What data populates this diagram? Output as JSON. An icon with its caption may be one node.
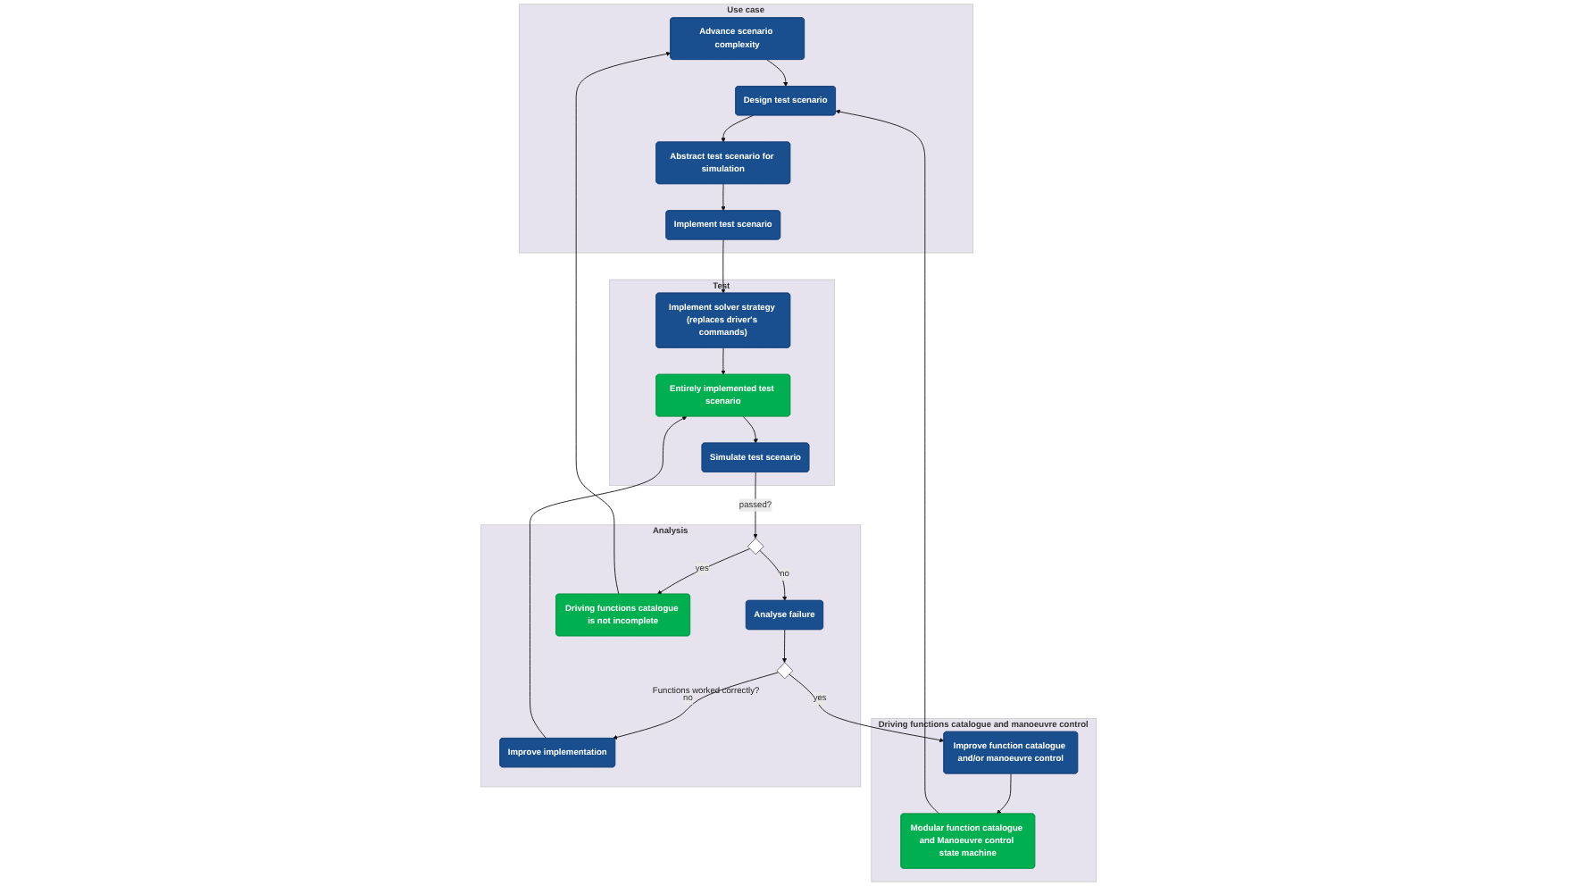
{
  "diagram": {
    "nodes": [
      {
        "text": [
          "Use case"
        ]
      },
      {
        "text": [
          "Advance scenario complexity"
        ],
        "in": 0
      },
      {
        "text": [
          "Design test scenario"
        ],
        "in": 0
      },
      {
        "text": [
          "Abstract test scenario for simulation"
        ],
        "in": 0
      },
      {
        "text": [
          "Implement test scenario"
        ],
        "in": 0
      },
      {
        "text": [
          "Driving functions catalogue and manoeuvre control"
        ]
      },
      {
        "text": [
          "Modular function catalogue and Manoeuvre control state machine"
        ],
        "in": 5
      },
      {
        "text": [
          "Improve function catalogue and/or manoeuvre control"
        ],
        "in": 5
      },
      {
        "text": [
          "Test"
        ]
      },
      {
        "text": [
          "Implement solver strategy (replaces driver's commands)"
        ],
        "in": 8
      },
      {
        "text": [
          "Entirely implemented test scenario"
        ],
        "in": 8
      },
      {
        "text": [
          "Simulate test scenario"
        ],
        "in": 8
      },
      {
        "text": [
          "Analysis"
        ]
      },
      {
        "text": [
          "Improve implementation"
        ],
        "in": 12
      },
      {
        "text": [],
        "shape": "diamond",
        "beside": [
          "Functions worked correctly?"
        ],
        "in": 12
      },
      {
        "text": [
          "Analyse failure"
        ],
        "in": 12
      },
      {
        "text": [],
        "shape": "diamond",
        "in": 12
      },
      {
        "text": [
          "Driving functions catalogue is not incomplete"
        ],
        "in": 12
      }
    ],
    "edges": [
      {
        "from": 1,
        "to": 2,
        "arrow": "to"
      },
      {
        "from": 2,
        "to": 3,
        "arrow": "to"
      },
      {
        "from": 3,
        "to": 4,
        "arrow": "to"
      },
      {
        "from": 4,
        "to": 9,
        "arrow": "to"
      },
      {
        "from": 9,
        "to": 10,
        "arrow": "to"
      },
      {
        "from": 10,
        "to": 11,
        "arrow": "to"
      },
      {
        "from": 11,
        "to": 16,
        "arrow": "to",
        "label": "passed?"
      },
      {
        "from": 16,
        "to": 15,
        "arrow": "to",
        "label": "no"
      },
      {
        "from": 16,
        "to": 17,
        "arrow": "to",
        "label": "yes"
      },
      {
        "from": 15,
        "to": 14,
        "arrow": "to"
      },
      {
        "from": 14,
        "to": 13,
        "arrow": "to",
        "label": "no"
      },
      {
        "from": 14,
        "to": 7,
        "arrow": "to",
        "label": "yes"
      },
      {
        "from": 7,
        "to": 6,
        "arrow": "to"
      },
      {
        "from": 6,
        "to": 2,
        "arrow": "to"
      },
      {
        "from": 13,
        "to": 10,
        "arrow": "to"
      },
      {
        "from": 17,
        "to": 1,
        "arrow": "to"
      }
    ]
  }
}
